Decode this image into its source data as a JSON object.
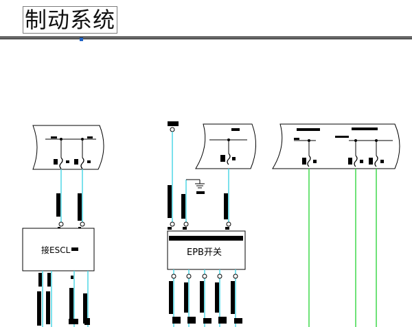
{
  "title": "制动系统",
  "colors": {
    "cyan_wire": "#4fd7e6",
    "green_wire": "#3fd84a",
    "frame": "#000000",
    "accent": "#1f63c6"
  },
  "modules": {
    "left": {
      "label": "接ESCL"
    },
    "middle": {
      "label": "EPB开关"
    }
  }
}
